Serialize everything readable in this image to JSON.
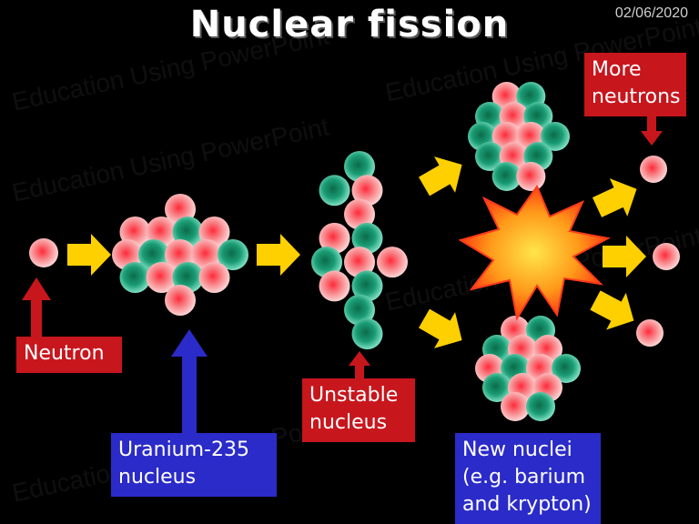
{
  "title": "Nuclear fission",
  "date": "02/06/2020",
  "watermark": "Education Using PowerPoint",
  "labels": {
    "neutron": "Neutron",
    "uranium_line1": "Uranium-235",
    "uranium_line2": "nucleus",
    "unstable_line1": "Unstable",
    "unstable_line2": "nucleus",
    "new_nuclei_line1": "New nuclei",
    "new_nuclei_line2": "(e.g. barium",
    "new_nuclei_line3": "and krypton)",
    "more_neutrons_line1": "More",
    "more_neutrons_line2": "neutrons"
  },
  "colors": {
    "neutron": "#f06a72",
    "proton": "#1a9c74",
    "arrow": "#ffd000",
    "red_label": "#c8161d",
    "blue_label": "#2b2bc9",
    "explosion": "#ff3a1a"
  }
}
